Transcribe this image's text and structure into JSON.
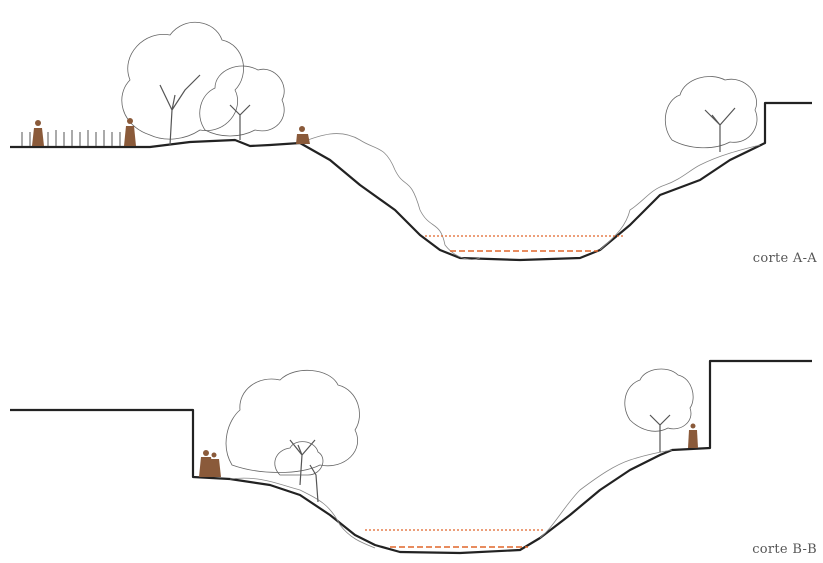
{
  "colors": {
    "ground": "#222222",
    "vegetation": "#666666",
    "water": "#e0662a",
    "figure": "#8a5a3a",
    "caption": "#555555"
  },
  "sections": [
    {
      "id": "a",
      "label": "corte A-A"
    },
    {
      "id": "b",
      "label": "corte B-B"
    }
  ]
}
